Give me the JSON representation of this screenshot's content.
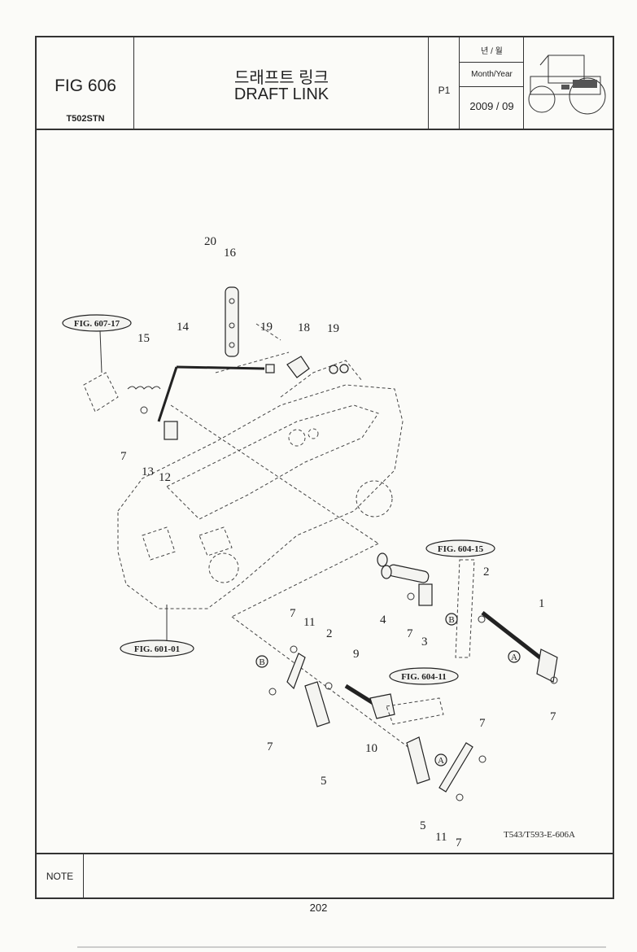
{
  "header": {
    "fig": "FIG 606",
    "model": "T502STN",
    "title_kr": "드래프트 링크",
    "title_en": "DRAFT LINK",
    "page": "P1",
    "year_month_kr": "년 / 월",
    "month_year": "Month/Year",
    "date": "2009 / 09"
  },
  "callouts": [
    "FIG. 607-17",
    "FIG. 601-01",
    "FIG. 604-15",
    "FIG. 604-11"
  ],
  "part_numbers": [
    "1",
    "2",
    "2",
    "3",
    "4",
    "5",
    "5",
    "7",
    "7",
    "7",
    "7",
    "7",
    "7",
    "7",
    "9",
    "10",
    "11",
    "11",
    "12",
    "13",
    "14",
    "15",
    "16",
    "18",
    "19",
    "19",
    "20"
  ],
  "markers": [
    "A",
    "A",
    "B",
    "B"
  ],
  "drawing_code": "T543/T593-E-606A",
  "note_label": "NOTE",
  "page_number": "202"
}
